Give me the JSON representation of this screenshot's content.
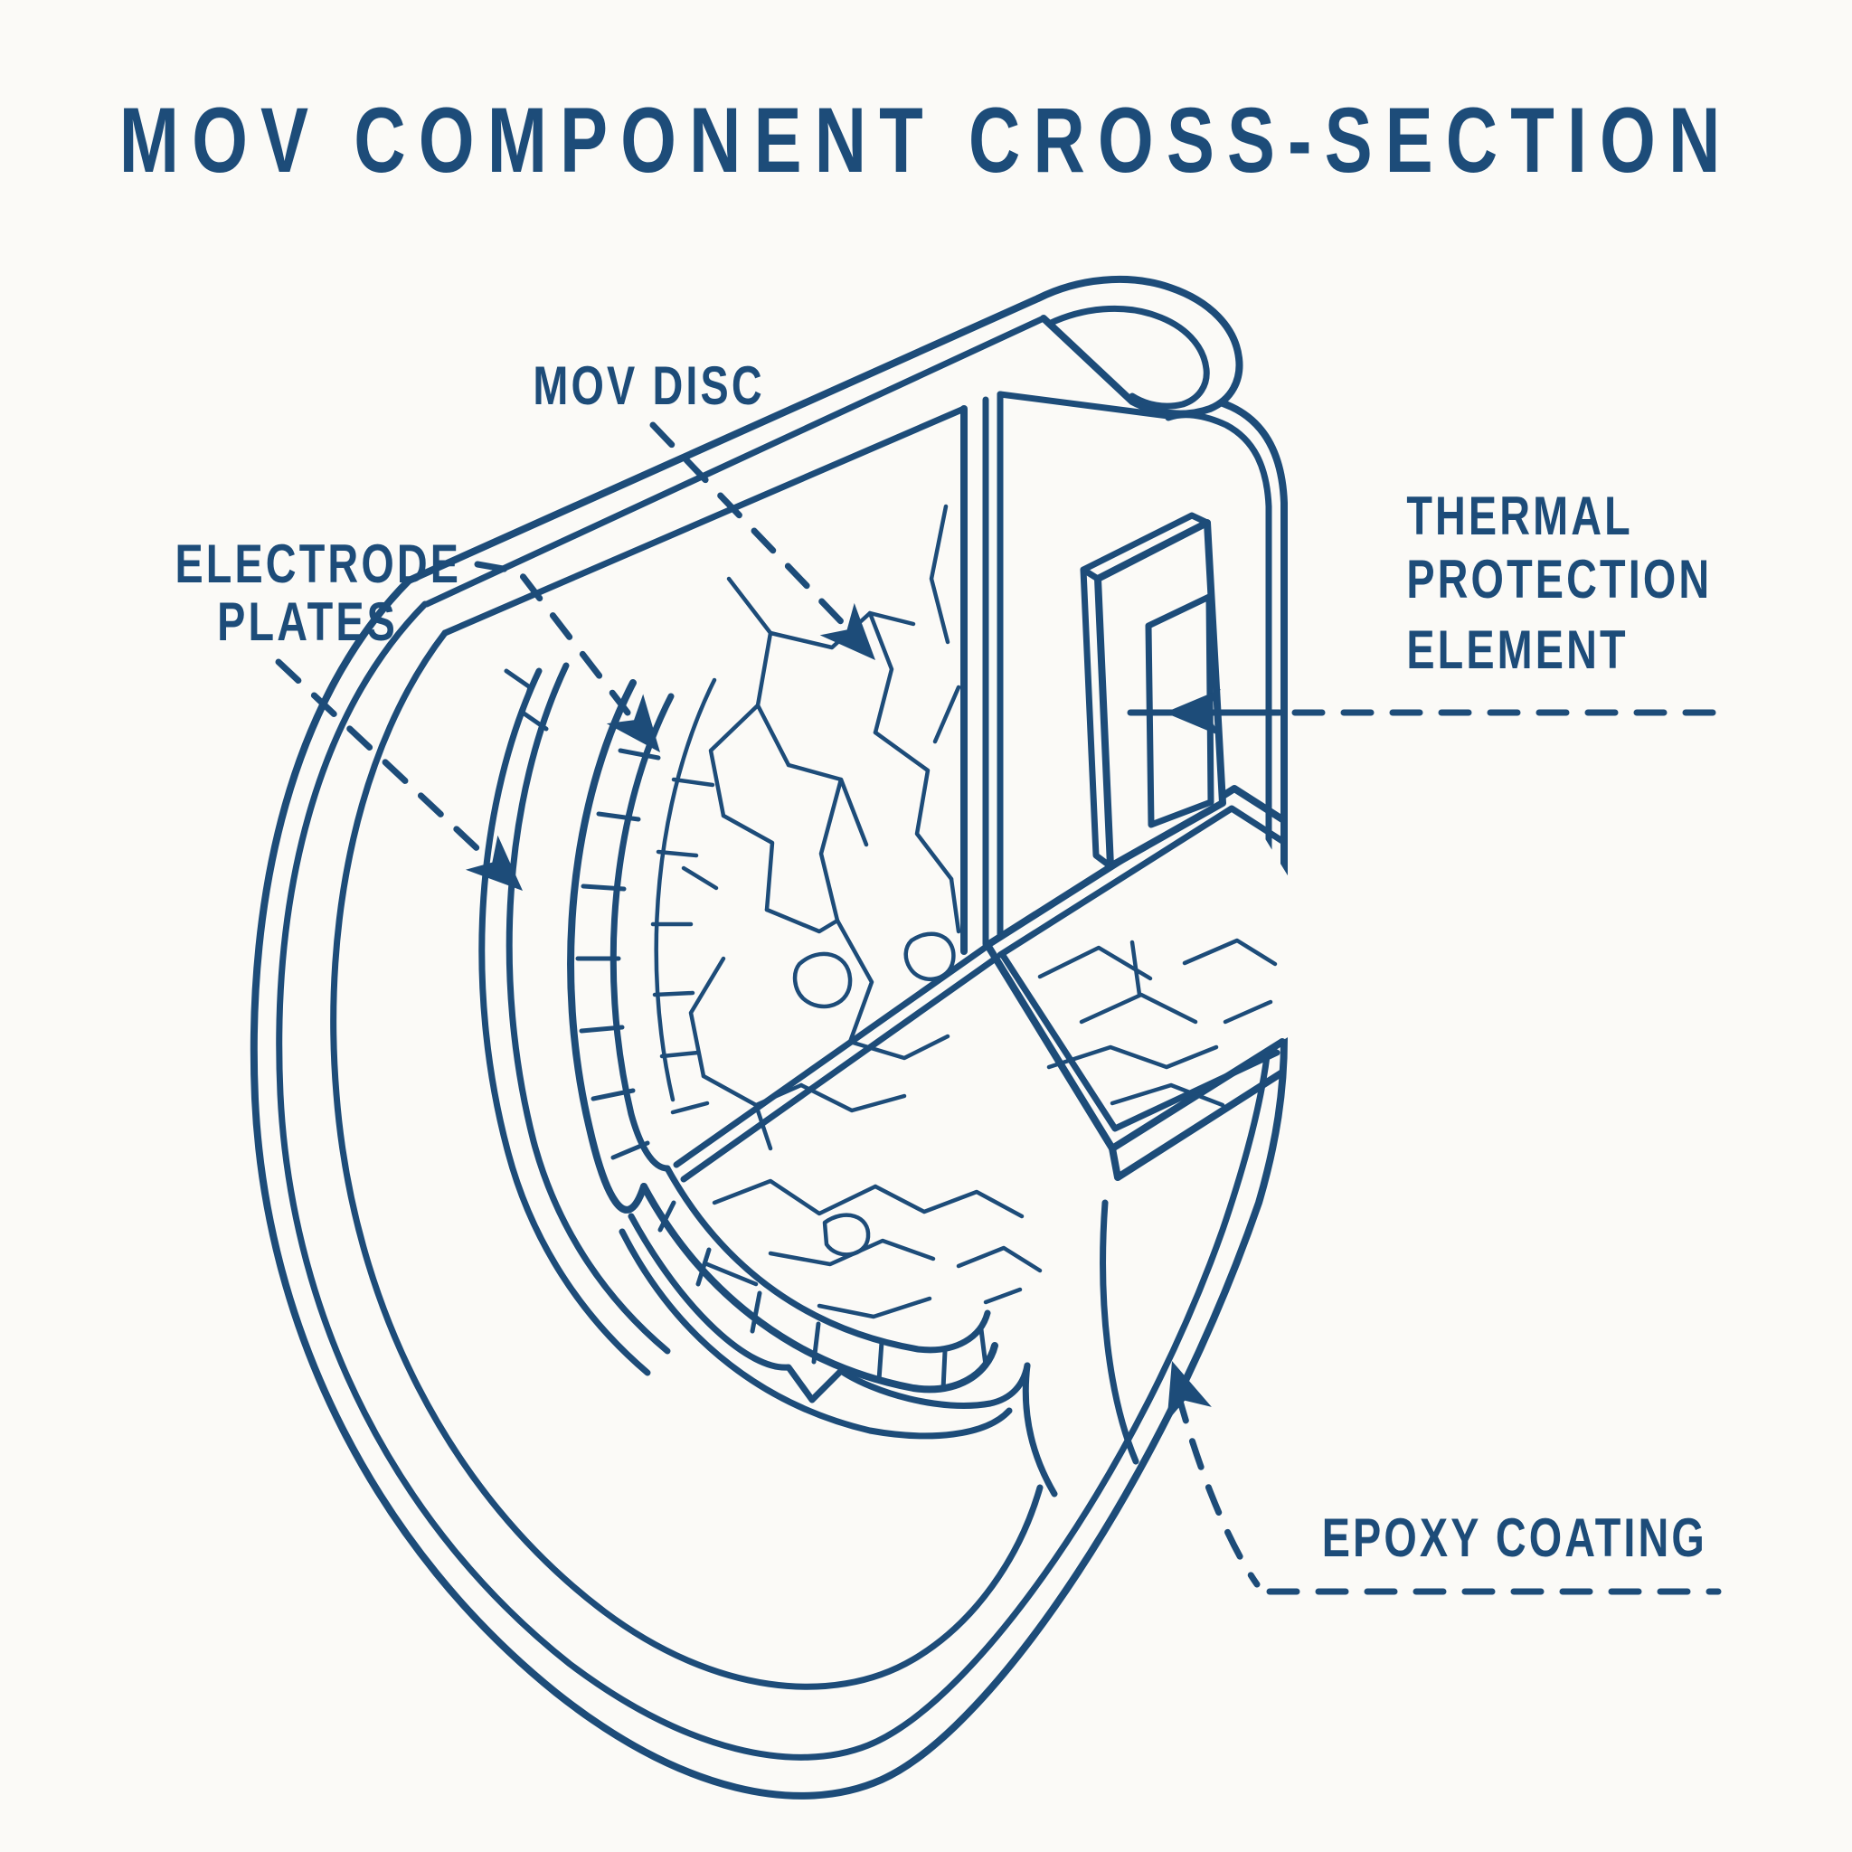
{
  "colors": {
    "ink": "#1d4c79",
    "background": "#fbfaf7"
  },
  "title": "MOV COMPONENT CROSS-SECTION",
  "labels": {
    "mov_disc": "MOV DISC",
    "electrode_plates_line1": "ELECTRODE",
    "electrode_plates_line2": "PLATES",
    "thermal_line1": "THERMAL",
    "thermal_line2": "PROTECTION",
    "thermal_line3": "ELEMENT",
    "epoxy_coating": "EPOXY COATING"
  }
}
